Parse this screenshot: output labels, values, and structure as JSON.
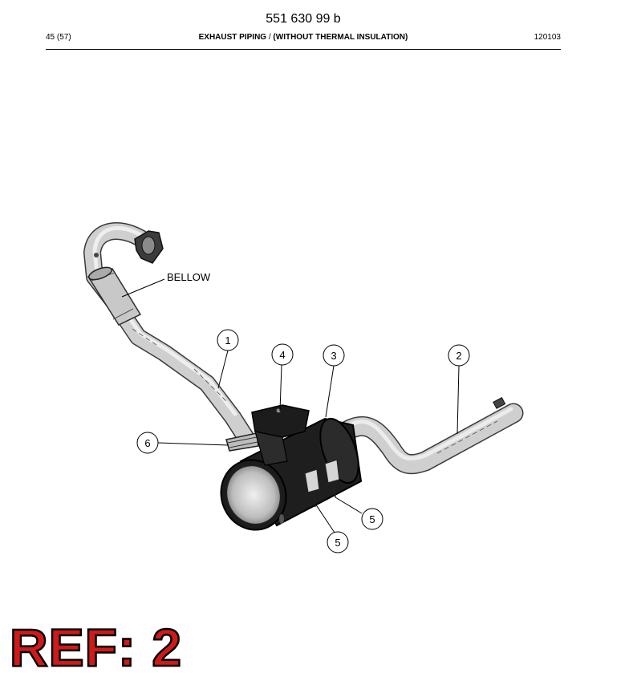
{
  "header": {
    "doc_number": "551 630 99 b",
    "page": "45 (57)",
    "section_title_bold_a": "EXHAUST PIPING",
    "section_title_sep": " / ",
    "section_title_bold_b": "(WITHOUT THERMAL INSULATION)",
    "date_code": "120103"
  },
  "drawing": {
    "label_bellow": "BELLOW",
    "callouts": {
      "c1": "1",
      "c2": "2",
      "c3": "3",
      "c4": "4",
      "c5a": "5",
      "c5b": "5",
      "c6": "6"
    },
    "colors": {
      "pipe_fill": "#cfcfcf",
      "pipe_stroke": "#3a3a3a",
      "muffler_body": "#1e1e1e",
      "bracket": "#2a2a2a"
    }
  },
  "stamp": {
    "text": "REF: 2",
    "color": "#d01a1a"
  }
}
